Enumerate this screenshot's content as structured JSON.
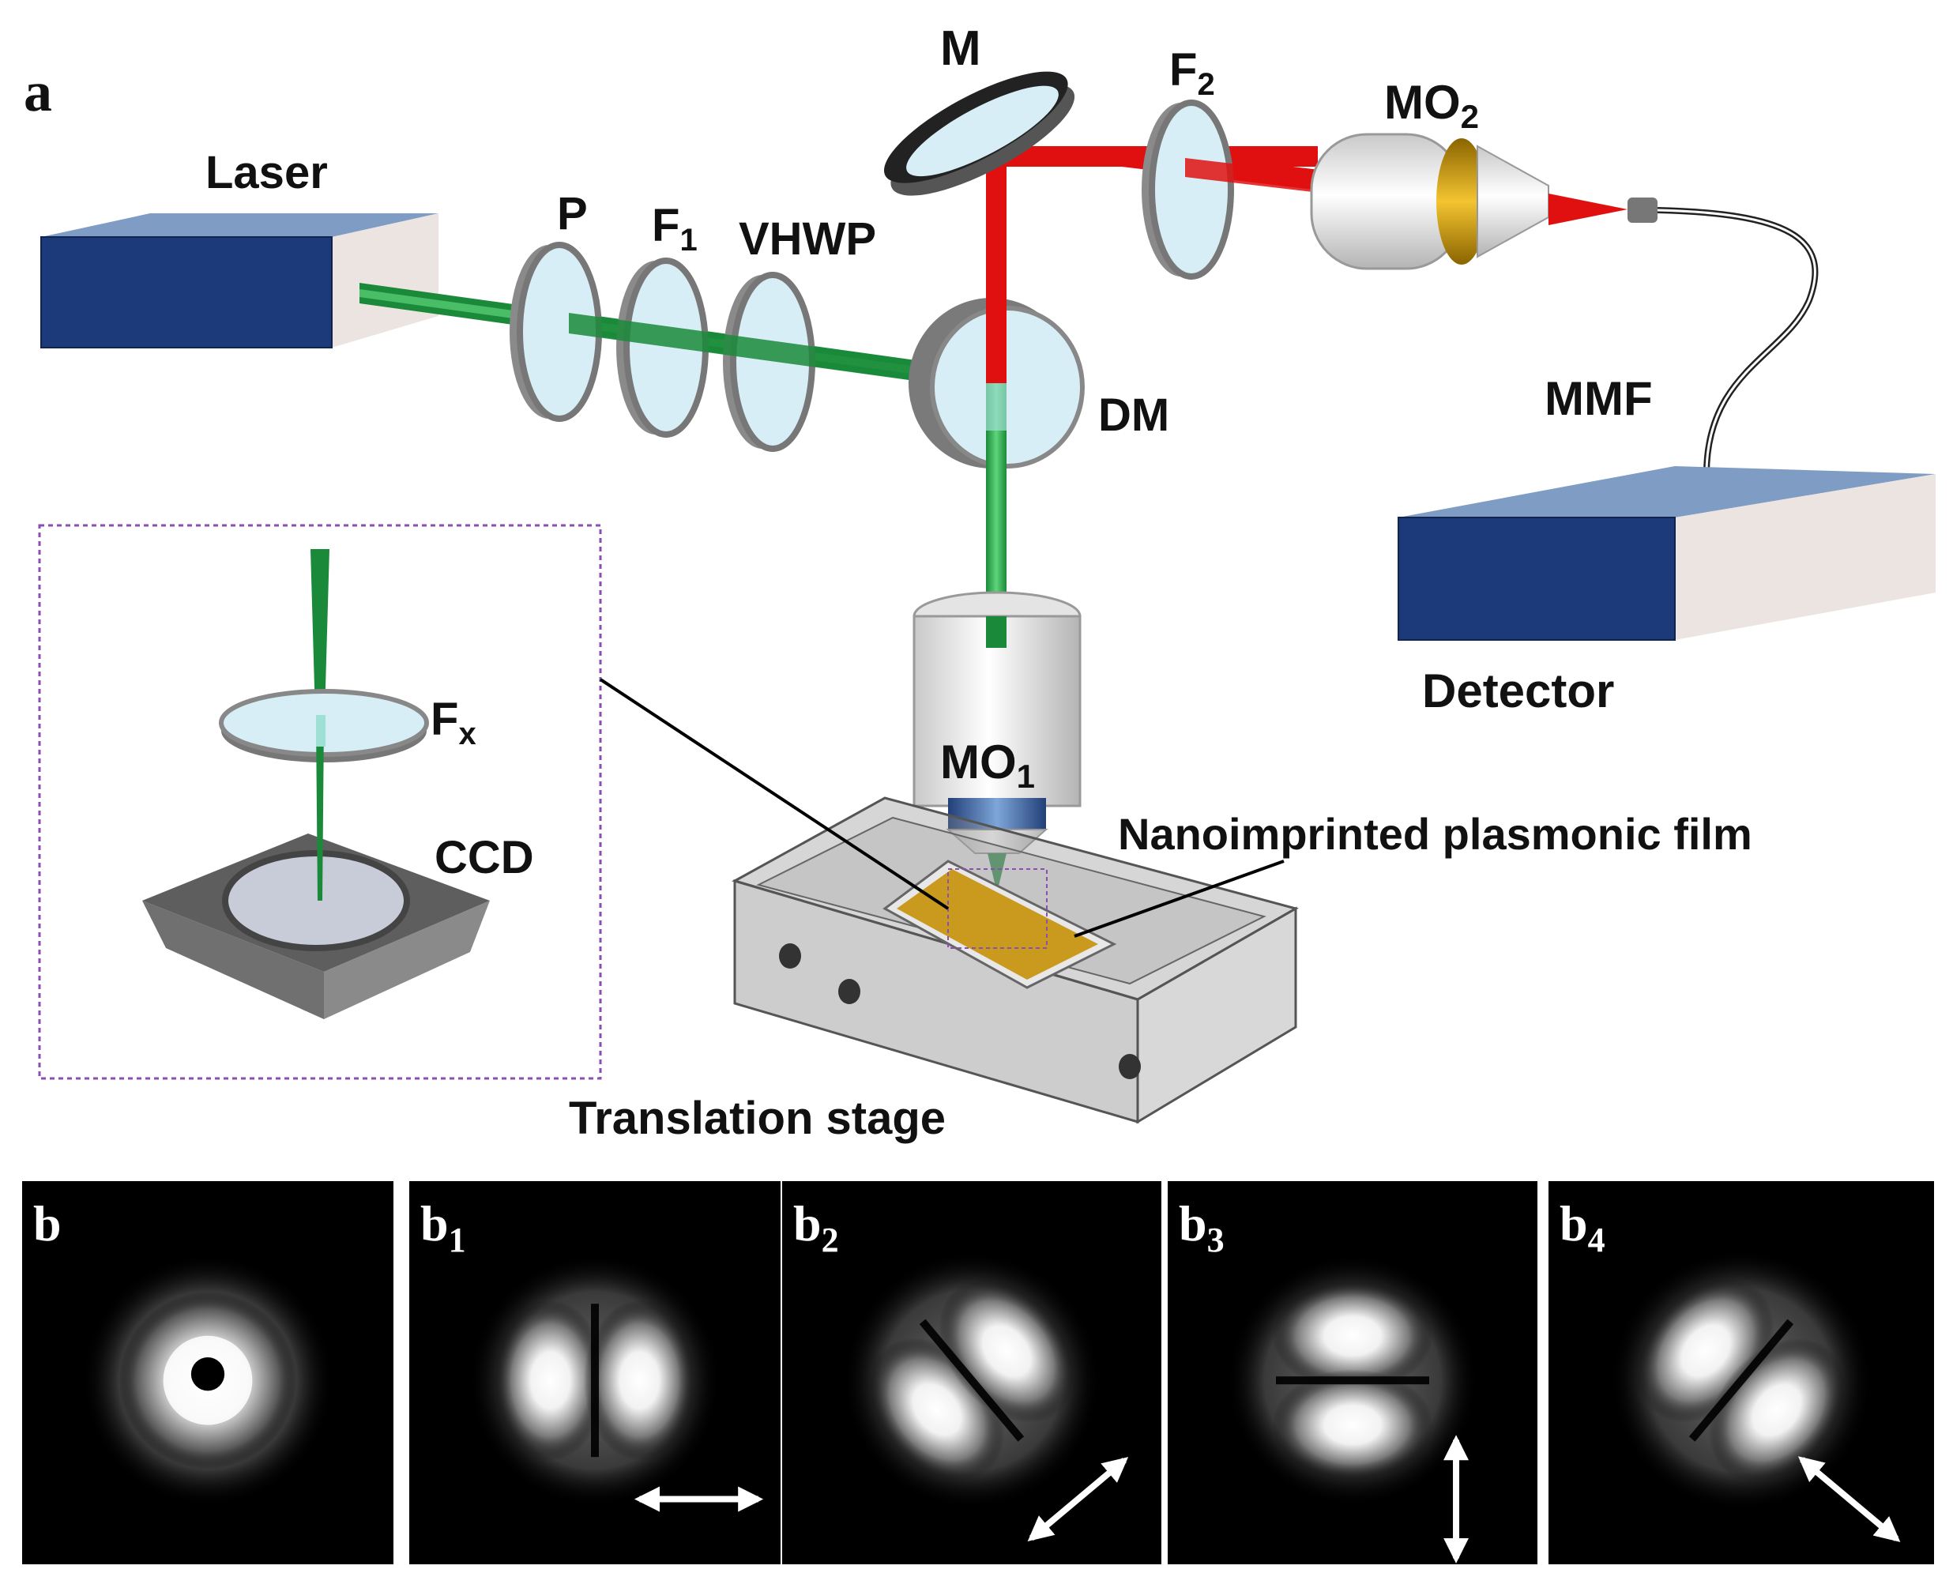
{
  "panel_a": {
    "label": "a",
    "components": {
      "laser": "Laser",
      "polarizer": "P",
      "filter1": {
        "main": "F",
        "sub": "1"
      },
      "vhwp": "VHWP",
      "mirror": "M",
      "filter2": {
        "main": "F",
        "sub": "2"
      },
      "objective2": {
        "main": "MO",
        "sub": "2"
      },
      "dichroic": "DM",
      "fiber": "MMF",
      "detector": "Detector",
      "objective1": {
        "main": "MO",
        "sub": "1"
      },
      "sample": "Nanoimprinted plasmonic film",
      "stage": "Translation stage"
    },
    "inset": {
      "filter": {
        "main": "F",
        "sub": "x"
      },
      "camera": "CCD"
    }
  },
  "panels_b": [
    {
      "label": "b",
      "sub": "",
      "pattern": "donut",
      "arrow": "none"
    },
    {
      "label": "b",
      "sub": "1",
      "pattern": "two-lobe",
      "arrow": "horizontal"
    },
    {
      "label": "b",
      "sub": "2",
      "pattern": "two-lobe",
      "arrow": "diagonal-up-right"
    },
    {
      "label": "b",
      "sub": "3",
      "pattern": "two-lobe",
      "arrow": "vertical"
    },
    {
      "label": "b",
      "sub": "4",
      "pattern": "two-lobe",
      "arrow": "diagonal-down-right"
    }
  ],
  "colors": {
    "pump_beam": "#1a8a3a",
    "signal_beam": "#e01010",
    "box_top": "#7f9cc4",
    "box_front": "#1c3a7a",
    "box_side": "#e8e4e2",
    "optic_rim": "#777777",
    "optic_glass": "#d8eef6",
    "inset_border": "#8a4fb0",
    "film": "#c99a1e"
  }
}
